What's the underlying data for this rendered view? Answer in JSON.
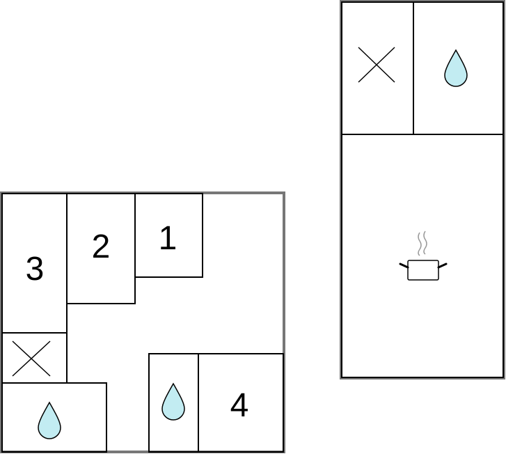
{
  "rooms": {
    "bedroom_1": {
      "number": "1"
    },
    "bedroom_2": {
      "number": "2"
    },
    "bedroom_3": {
      "number": "3"
    },
    "bedroom_4": {
      "number": "4"
    }
  },
  "icons": {
    "toilet": "cross-icon",
    "bathroom": "water-drop-icon",
    "kitchen": "cooking-pot-icon"
  },
  "colors": {
    "outer_wall": "#777777",
    "room_line": "#000000",
    "water_drop_fill": "#c2ecf2",
    "steam": "#999999",
    "background": "#ffffff"
  }
}
